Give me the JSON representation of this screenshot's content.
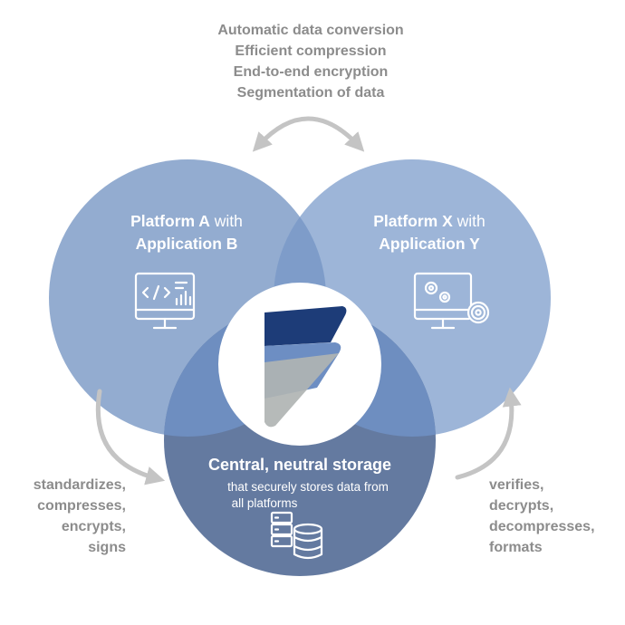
{
  "top_features": [
    "Automatic data conversion",
    "Efficient compression",
    "End-to-end encryption",
    "Segmentation of data"
  ],
  "platform_a": {
    "line1_bold": "Platform A",
    "line1_regular": " with",
    "line2": "Application B",
    "icon": "code-monitor-icon"
  },
  "platform_x": {
    "line1_bold": "Platform X",
    "line1_regular": " with",
    "line2": "Application Y",
    "icon": "settings-monitor-icon"
  },
  "central": {
    "title": "Central, neutral storage",
    "sub_line1": "that securely stores data from",
    "sub_line2": "all platforms",
    "icon": "database-server-icon"
  },
  "left_process": [
    "standardizes,",
    "compresses,",
    "encrypts,",
    "signs"
  ],
  "right_process": [
    "verifies,",
    "decrypts,",
    "decompresses,",
    "formats"
  ],
  "colors": {
    "circle_a": "#93acd0",
    "circle_x": "#9db5d8",
    "circle_bottom": "#647aa0",
    "overlap": "#7e9cc9",
    "center_logo_dark": "#1d3c78",
    "center_logo_mid": "#6d8ec3",
    "center_logo_grey": "#b0b4b3",
    "text_grey": "#8c8c8c",
    "arrow": "#c4c4c4"
  }
}
